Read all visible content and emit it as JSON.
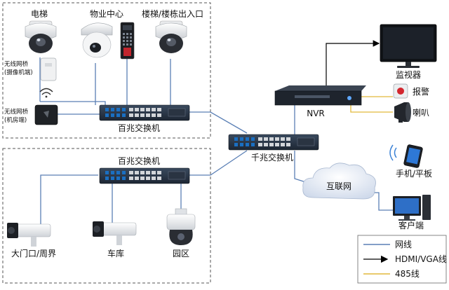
{
  "labels": {
    "elevator": "电梯",
    "property_center": "物业中心",
    "stair_entrance": "楼梯/楼栋出入口",
    "wireless_bridge_camera": "无线网桥",
    "wireless_bridge_camera_sub": "(摄像机端)",
    "wireless_bridge_room": "无线网桥",
    "wireless_bridge_room_sub": "(机房端)",
    "switch_100m_top": "百兆交换机",
    "switch_100m_bottom": "百兆交换机",
    "switch_1000m": "千兆交换机",
    "nvr": "NVR",
    "monitor": "监视器",
    "alarm": "报警",
    "speaker": "喇叭",
    "phone_tablet": "手机/平板",
    "internet": "互联网",
    "client": "客户端",
    "gate_perimeter": "大门口/周界",
    "garage": "车库",
    "park": "园区"
  },
  "legend": {
    "items": [
      {
        "label": "网线",
        "color": "#5a7fb5"
      },
      {
        "label": "HDMI/VGA线",
        "color": "#000000"
      },
      {
        "label": "485线",
        "color": "#e2b93b"
      }
    ]
  }
}
